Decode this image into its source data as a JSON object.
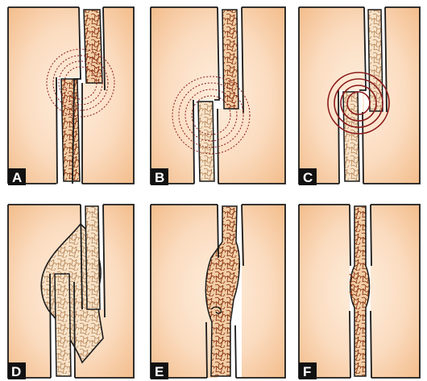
{
  "figure": {
    "panels": [
      {
        "id": "A",
        "label": "A"
      },
      {
        "id": "B",
        "label": "B"
      },
      {
        "id": "C",
        "label": "C"
      },
      {
        "id": "D",
        "label": "D"
      },
      {
        "id": "E",
        "label": "E"
      },
      {
        "id": "F",
        "label": "F"
      }
    ],
    "colors": {
      "tissue_center": "#fde9d6",
      "tissue_edge": "#f6c89d",
      "outline": "#1a1a1a",
      "graft_fill": "#efc9a0",
      "graft_lines_dark": "#8a3410",
      "graft_lines_light": "#b8875a",
      "rings": "#8b1a1a",
      "callus": "#f5dcc0",
      "label_bg": "#111111",
      "label_text": "#ffffff"
    }
  }
}
